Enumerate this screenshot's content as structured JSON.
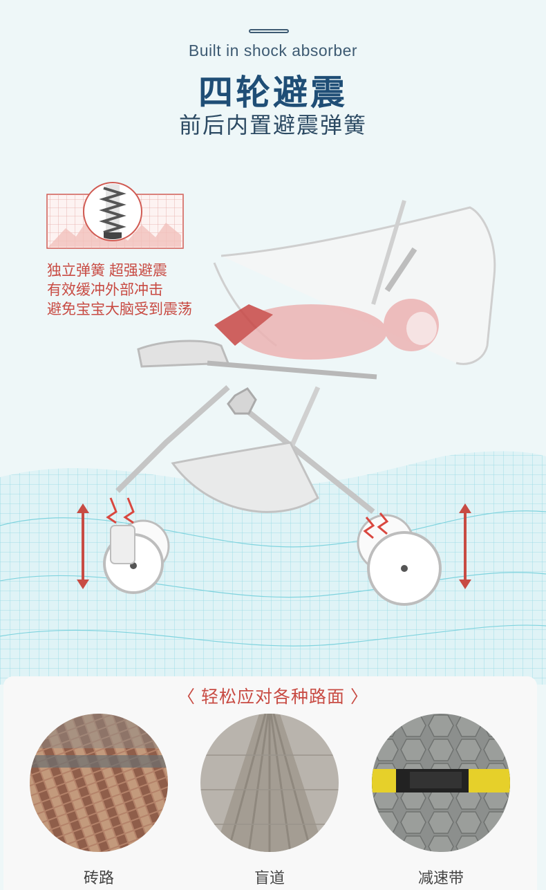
{
  "header": {
    "en_title": "Built in shock absorber",
    "cn_title": "四轮避震",
    "cn_subtitle": "前后内置避震弹簧"
  },
  "features": {
    "lines": [
      "独立弹簧 超强避震",
      "有效缓冲外部冲击",
      "避免宝宝大脑受到震荡"
    ]
  },
  "roads": {
    "title": "〈 轻松应对各种路面 〉",
    "items": [
      {
        "label": "砖路",
        "icon": "brick-road-photo"
      },
      {
        "label": "盲道",
        "icon": "tactile-paving-photo"
      },
      {
        "label": "减速带",
        "icon": "speed-bump-photo"
      }
    ]
  },
  "colors": {
    "accent_red": "#c84b43",
    "title_blue": "#1f4e76",
    "mesh_cyan": "#7fd3de",
    "background": "#eef7f8"
  }
}
